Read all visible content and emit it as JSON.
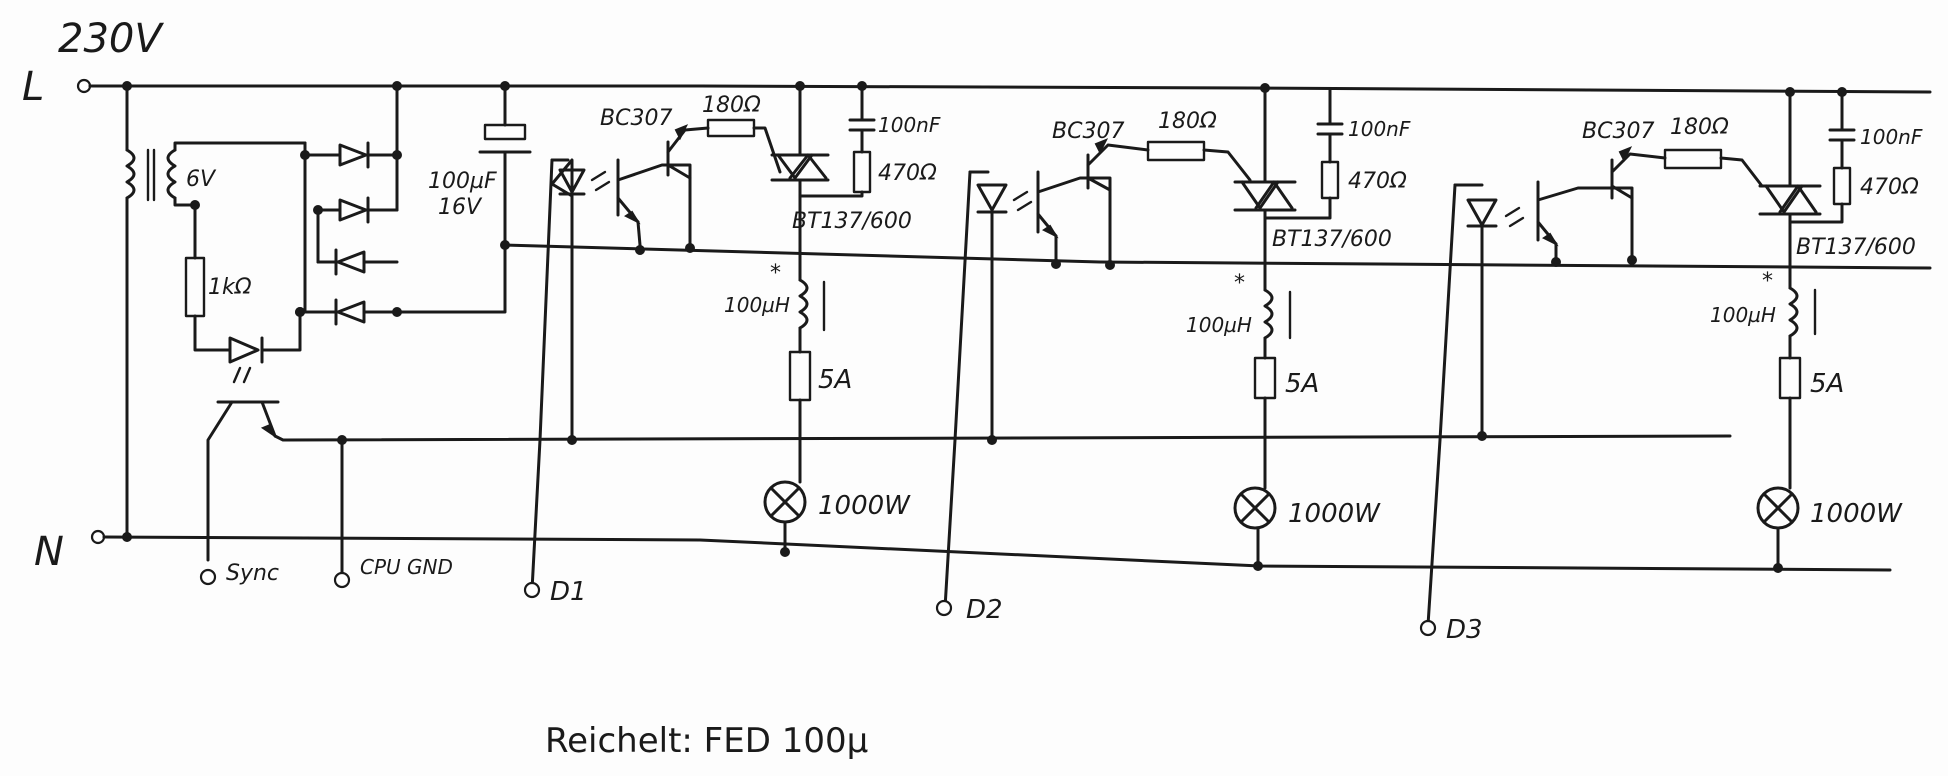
{
  "title": "",
  "supply": {
    "voltage": "230V",
    "line": "L",
    "neutral": "N"
  },
  "power_supply": {
    "transformer_secondary": "6V",
    "resistor": "1kΩ",
    "capacitor": "100µF\n16V"
  },
  "terminals": {
    "sync": "Sync",
    "cpu_gnd": "CPU GND",
    "d1": "D1",
    "d2": "D2",
    "d3": "D3"
  },
  "channels": [
    {
      "transistor": "BC307",
      "gate_resistor": "180Ω",
      "snubber_cap": "100nF",
      "snubber_res": "470Ω",
      "triac": "BT137/600",
      "marker": "*",
      "choke": "100µH",
      "fuse": "5A",
      "lamp": "1000W"
    },
    {
      "transistor": "BC307",
      "gate_resistor": "180Ω",
      "snubber_cap": "100nF",
      "snubber_res": "470Ω",
      "triac": "BT137/600",
      "marker": "*",
      "choke": "100µH",
      "fuse": "5A",
      "lamp": "1000W"
    },
    {
      "transistor": "BC307",
      "gate_resistor": "180Ω",
      "snubber_cap": "100nF",
      "snubber_res": "470Ω",
      "triac": "BT137/600",
      "marker": "*",
      "choke": "100µH",
      "fuse": "5A",
      "lamp": "1000W"
    }
  ],
  "footnote": "Reichelt: FED 100µ",
  "colors": {
    "ink": "#1a1a1a",
    "paper": "#fdfdfd"
  }
}
